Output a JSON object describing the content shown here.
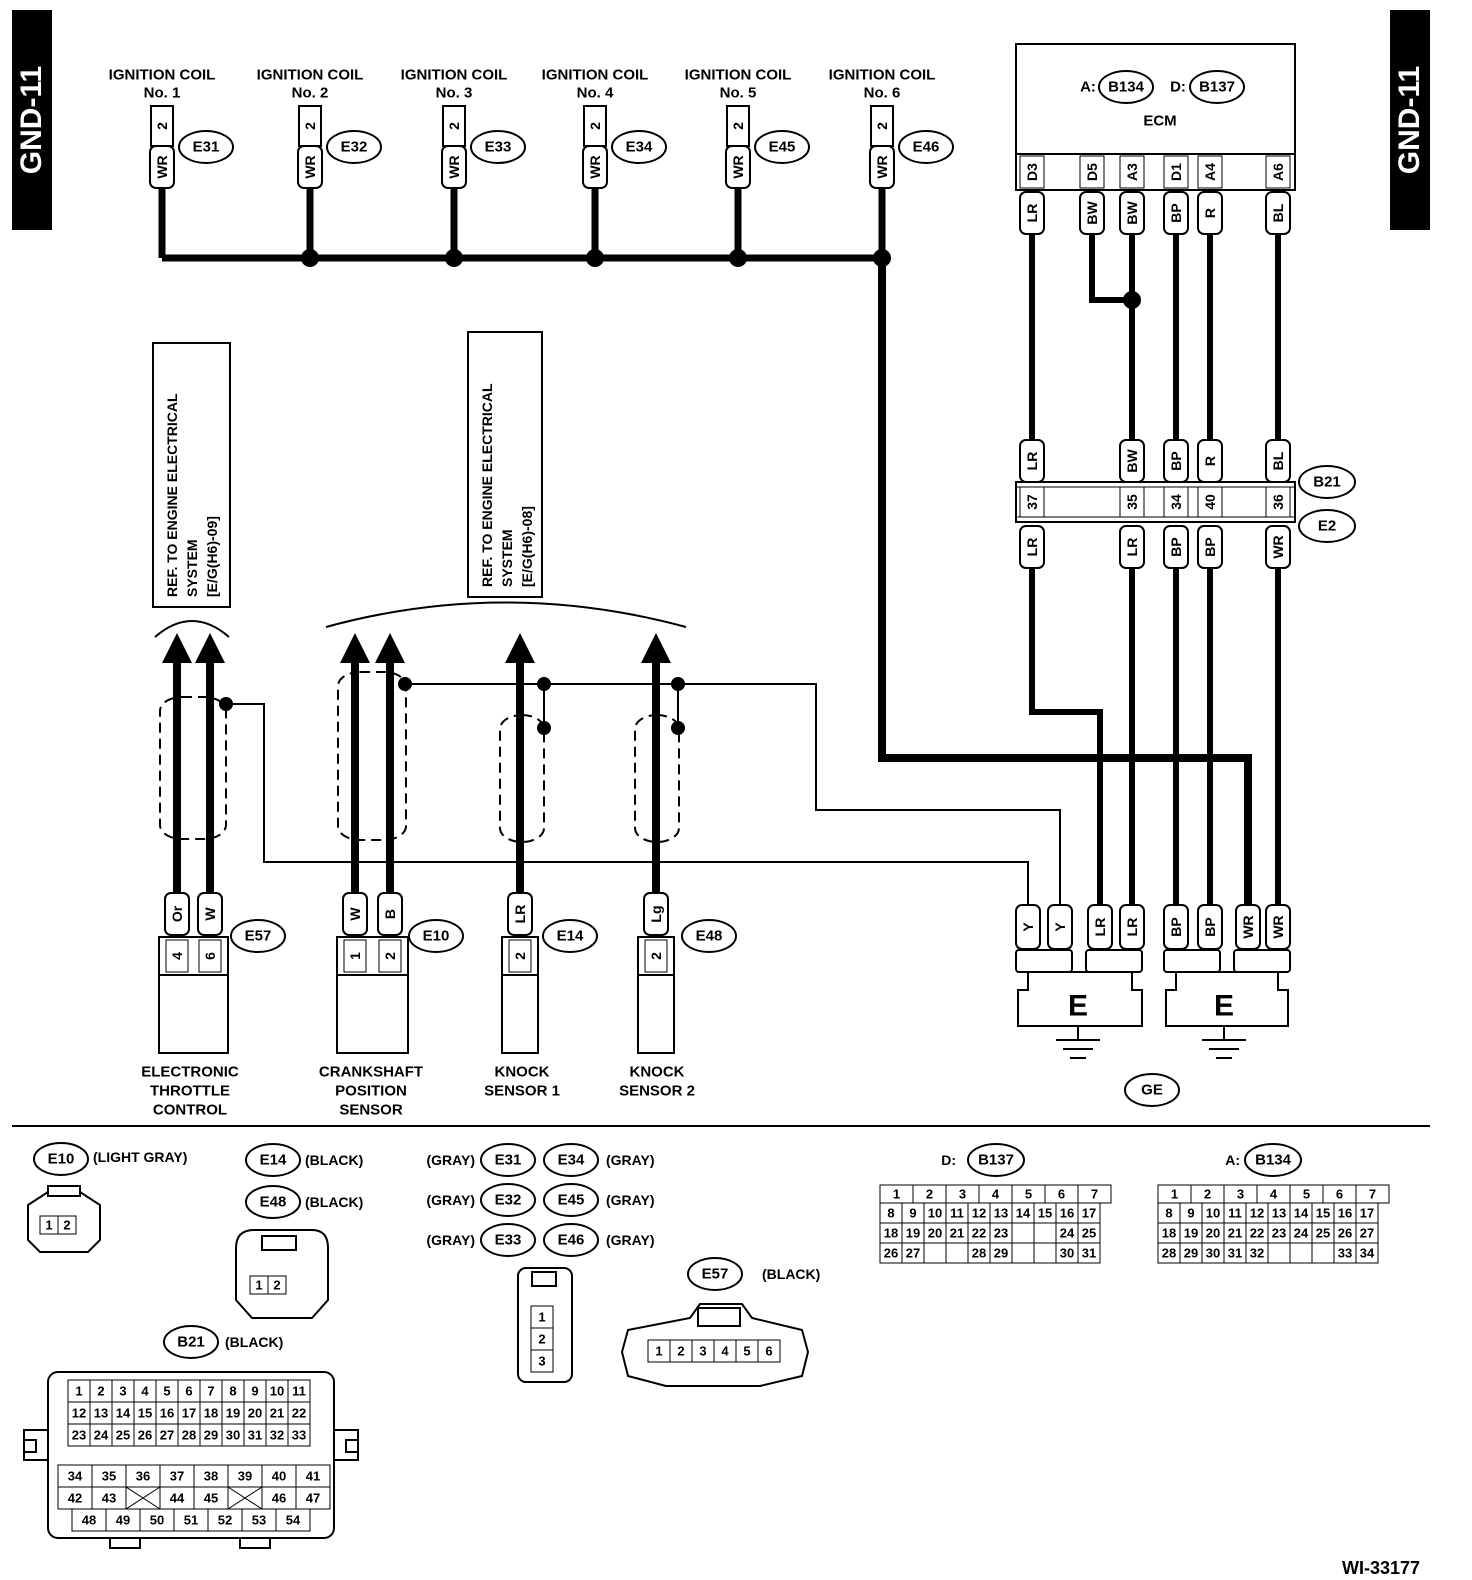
{
  "page_tag": "GND-11",
  "figure_code": "WI-33177",
  "ecm": {
    "label": "ECM",
    "conn_a_prefix": "A:",
    "conn_a": "B134",
    "conn_d_prefix": "D:",
    "conn_d": "B137",
    "pins": [
      "D3",
      "D5",
      "A3",
      "D1",
      "A4",
      "A6"
    ],
    "wires": [
      "LR",
      "BW",
      "BW",
      "BP",
      "R",
      "BL"
    ]
  },
  "coils": [
    {
      "l1": "IGNITION COIL",
      "l2": "No. 1",
      "pin": "2",
      "wire": "WR",
      "conn": "E31"
    },
    {
      "l1": "IGNITION COIL",
      "l2": "No. 2",
      "pin": "2",
      "wire": "WR",
      "conn": "E32"
    },
    {
      "l1": "IGNITION COIL",
      "l2": "No. 3",
      "pin": "2",
      "wire": "WR",
      "conn": "E33"
    },
    {
      "l1": "IGNITION COIL",
      "l2": "No. 4",
      "pin": "2",
      "wire": "WR",
      "conn": "E34"
    },
    {
      "l1": "IGNITION COIL",
      "l2": "No. 5",
      "pin": "2",
      "wire": "WR",
      "conn": "E45"
    },
    {
      "l1": "IGNITION COIL",
      "l2": "No. 6",
      "pin": "2",
      "wire": "WR",
      "conn": "E46"
    }
  ],
  "ref_boxes": [
    {
      "l1": "REF. TO ENGINE ELECTRICAL",
      "l2": "SYSTEM",
      "l3": "[E/G(H6)-09]"
    },
    {
      "l1": "REF. TO ENGINE ELECTRICAL",
      "l2": "SYSTEM",
      "l3": "[E/G(H6)-08]"
    }
  ],
  "junction": {
    "top_conn": "B21",
    "bottom_conn": "E2",
    "top_wires": [
      "LR",
      "BW",
      "BP",
      "R",
      "BL"
    ],
    "pins": [
      "37",
      "35",
      "34",
      "40",
      "36"
    ],
    "bottom_wires": [
      "LR",
      "LR",
      "BP",
      "BP",
      "WR"
    ]
  },
  "sensors": [
    {
      "conn": "E57",
      "wires": [
        "Or",
        "W"
      ],
      "pins": [
        "4",
        "6"
      ],
      "l1": "ELECTRONIC",
      "l2": "THROTTLE",
      "l3": "CONTROL"
    },
    {
      "conn": "E10",
      "wires": [
        "W",
        "B"
      ],
      "pins": [
        "1",
        "2"
      ],
      "l1": "CRANKSHAFT",
      "l2": "POSITION",
      "l3": "SENSOR"
    },
    {
      "conn": "E14",
      "wires": [
        "LR"
      ],
      "pins": [
        "2"
      ],
      "l1": "KNOCK",
      "l2": "SENSOR 1",
      "l3": ""
    },
    {
      "conn": "E48",
      "wires": [
        "Lg"
      ],
      "pins": [
        "2"
      ],
      "l1": "KNOCK",
      "l2": "SENSOR 2",
      "l3": ""
    }
  ],
  "ground": {
    "label": "GE",
    "terminal": "E",
    "left_wires": [
      "Y",
      "Y",
      "LR",
      "LR"
    ],
    "right_wires": [
      "BP",
      "BP",
      "WR",
      "WR"
    ]
  },
  "legend": {
    "e10": {
      "conn": "E10",
      "color": "(LIGHT GRAY)"
    },
    "e14": {
      "conn": "E14",
      "color": "(BLACK)"
    },
    "e48": {
      "conn": "E48",
      "color": "(BLACK)"
    },
    "gray_left": [
      {
        "color": "(GRAY)",
        "conn": "E31"
      },
      {
        "color": "(GRAY)",
        "conn": "E32"
      },
      {
        "color": "(GRAY)",
        "conn": "E33"
      }
    ],
    "gray_right": [
      {
        "color": "(GRAY)",
        "conn": "E34"
      },
      {
        "color": "(GRAY)",
        "conn": "E45"
      },
      {
        "color": "(GRAY)",
        "conn": "E46"
      }
    ],
    "e57": {
      "conn": "E57",
      "color": "(BLACK)"
    },
    "b21": {
      "conn": "B21",
      "color": "(BLACK)"
    },
    "b137": {
      "prefix": "D:",
      "conn": "B137"
    },
    "b134": {
      "prefix": "A:",
      "conn": "B134"
    }
  },
  "pin_grids": {
    "two_pin": [
      "1",
      "2"
    ],
    "three_pin": [
      "1",
      "2",
      "3"
    ],
    "six_pin": [
      "1",
      "2",
      "3",
      "4",
      "5",
      "6"
    ],
    "b21_top": [
      [
        "1",
        "2",
        "3",
        "4",
        "5",
        "6",
        "7",
        "8",
        "9",
        "10",
        "11"
      ],
      [
        "12",
        "13",
        "14",
        "15",
        "16",
        "17",
        "18",
        "19",
        "20",
        "21",
        "22"
      ],
      [
        "23",
        "24",
        "25",
        "26",
        "27",
        "28",
        "29",
        "30",
        "31",
        "32",
        "33"
      ]
    ],
    "b21_bottom": [
      [
        "34",
        "35",
        "36",
        "37",
        "38",
        "39",
        "40",
        "41"
      ],
      [
        "42",
        "43",
        "",
        "44",
        "45",
        "",
        "46",
        "47"
      ],
      [
        "48",
        "49",
        "50",
        "51",
        "52",
        "53",
        "54"
      ]
    ],
    "b137": [
      [
        "1",
        "2",
        "3",
        "4",
        "5",
        "6",
        "7"
      ],
      [
        "8",
        "9",
        "10",
        "11",
        "12",
        "13",
        "14",
        "15",
        "16",
        "17"
      ],
      [
        "18",
        "19",
        "20",
        "21",
        "22",
        "23",
        "",
        "",
        "24",
        "25"
      ],
      [
        "26",
        "27",
        "",
        "",
        "28",
        "29",
        "",
        "",
        "30",
        "31"
      ]
    ],
    "b134": [
      [
        "1",
        "2",
        "3",
        "4",
        "5",
        "6",
        "7"
      ],
      [
        "8",
        "9",
        "10",
        "11",
        "12",
        "13",
        "14",
        "15",
        "16",
        "17"
      ],
      [
        "18",
        "19",
        "20",
        "21",
        "22",
        "23",
        "24",
        "25",
        "26",
        "27"
      ],
      [
        "28",
        "29",
        "30",
        "31",
        "32",
        "",
        "",
        "",
        "33",
        "34"
      ]
    ]
  }
}
